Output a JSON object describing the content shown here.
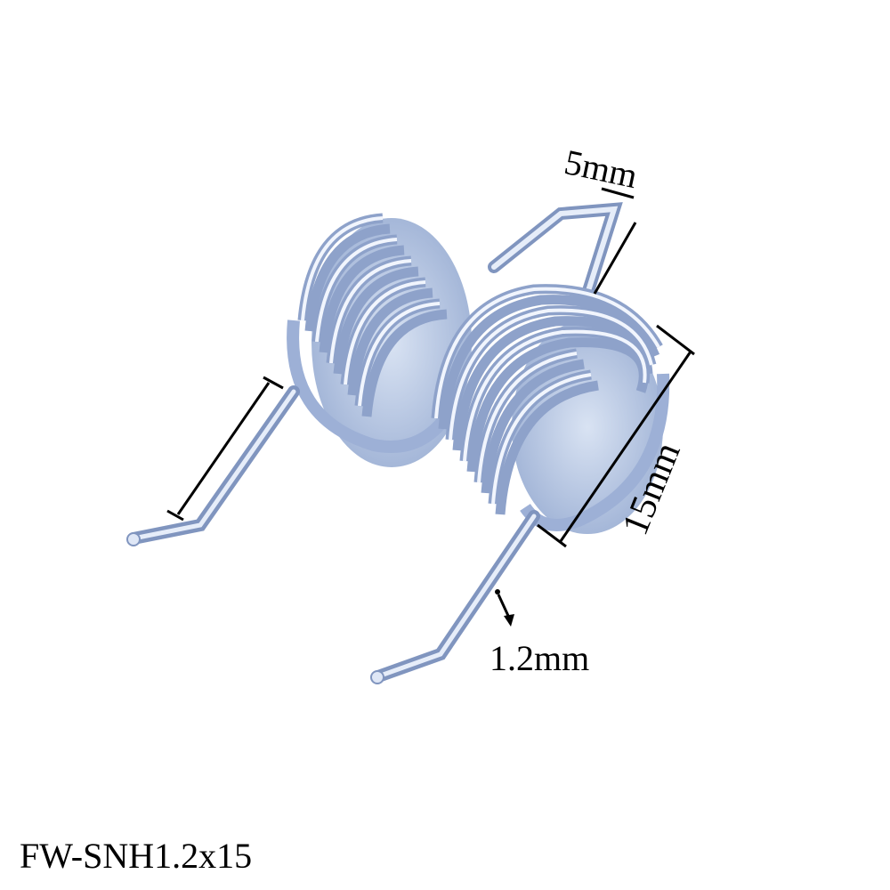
{
  "labels": {
    "wire_length": "5mm",
    "coil_length": "15mm",
    "wire_diameter": "1.2mm",
    "model": "FW-SNH1.2x15"
  },
  "colors": {
    "background": "#ffffff",
    "spring_base": "#b9c9e6",
    "spring_dark": "#7e93bd",
    "spring_highlight": "#f2f6fd",
    "annotation": "#000000"
  },
  "icons": [
    "double-torsion-spring-photo"
  ]
}
